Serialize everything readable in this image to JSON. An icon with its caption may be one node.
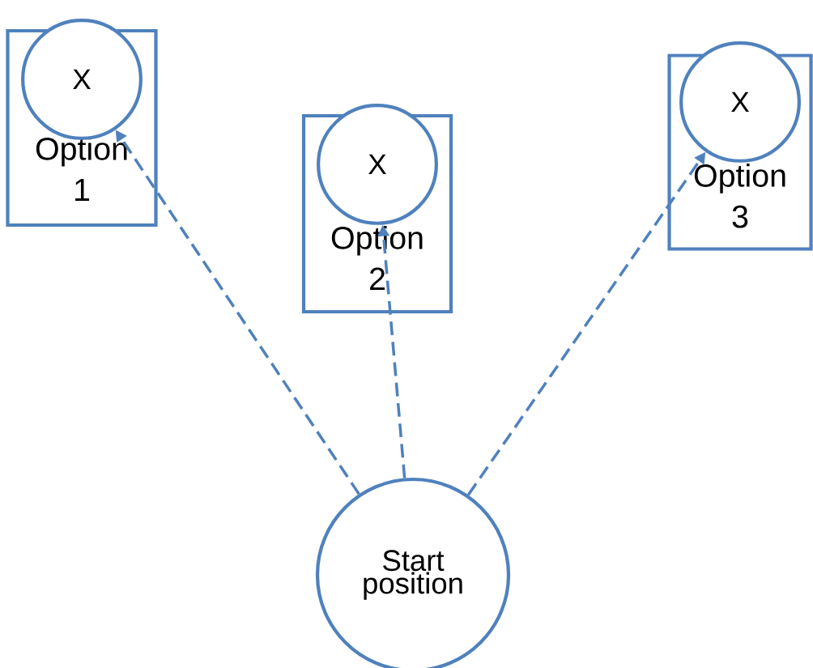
{
  "diagram": {
    "nodes": [
      {
        "text": [
          "Option 1"
        ]
      },
      {
        "text": [
          "X"
        ],
        "in": 0
      },
      {
        "text": [
          "Option 2"
        ]
      },
      {
        "text": [
          "X"
        ],
        "in": 2
      },
      {
        "text": [
          "Option 3"
        ]
      },
      {
        "text": [
          "X"
        ],
        "in": 4
      },
      {
        "text": [
          "Start position"
        ]
      }
    ],
    "edges": [
      {
        "from": 6,
        "to": 1,
        "arrow": "to",
        "style": "dashed"
      },
      {
        "from": 6,
        "to": 3,
        "arrow": "to",
        "style": "dashed"
      },
      {
        "from": 6,
        "to": 5,
        "arrow": "to",
        "style": "dashed"
      }
    ]
  }
}
